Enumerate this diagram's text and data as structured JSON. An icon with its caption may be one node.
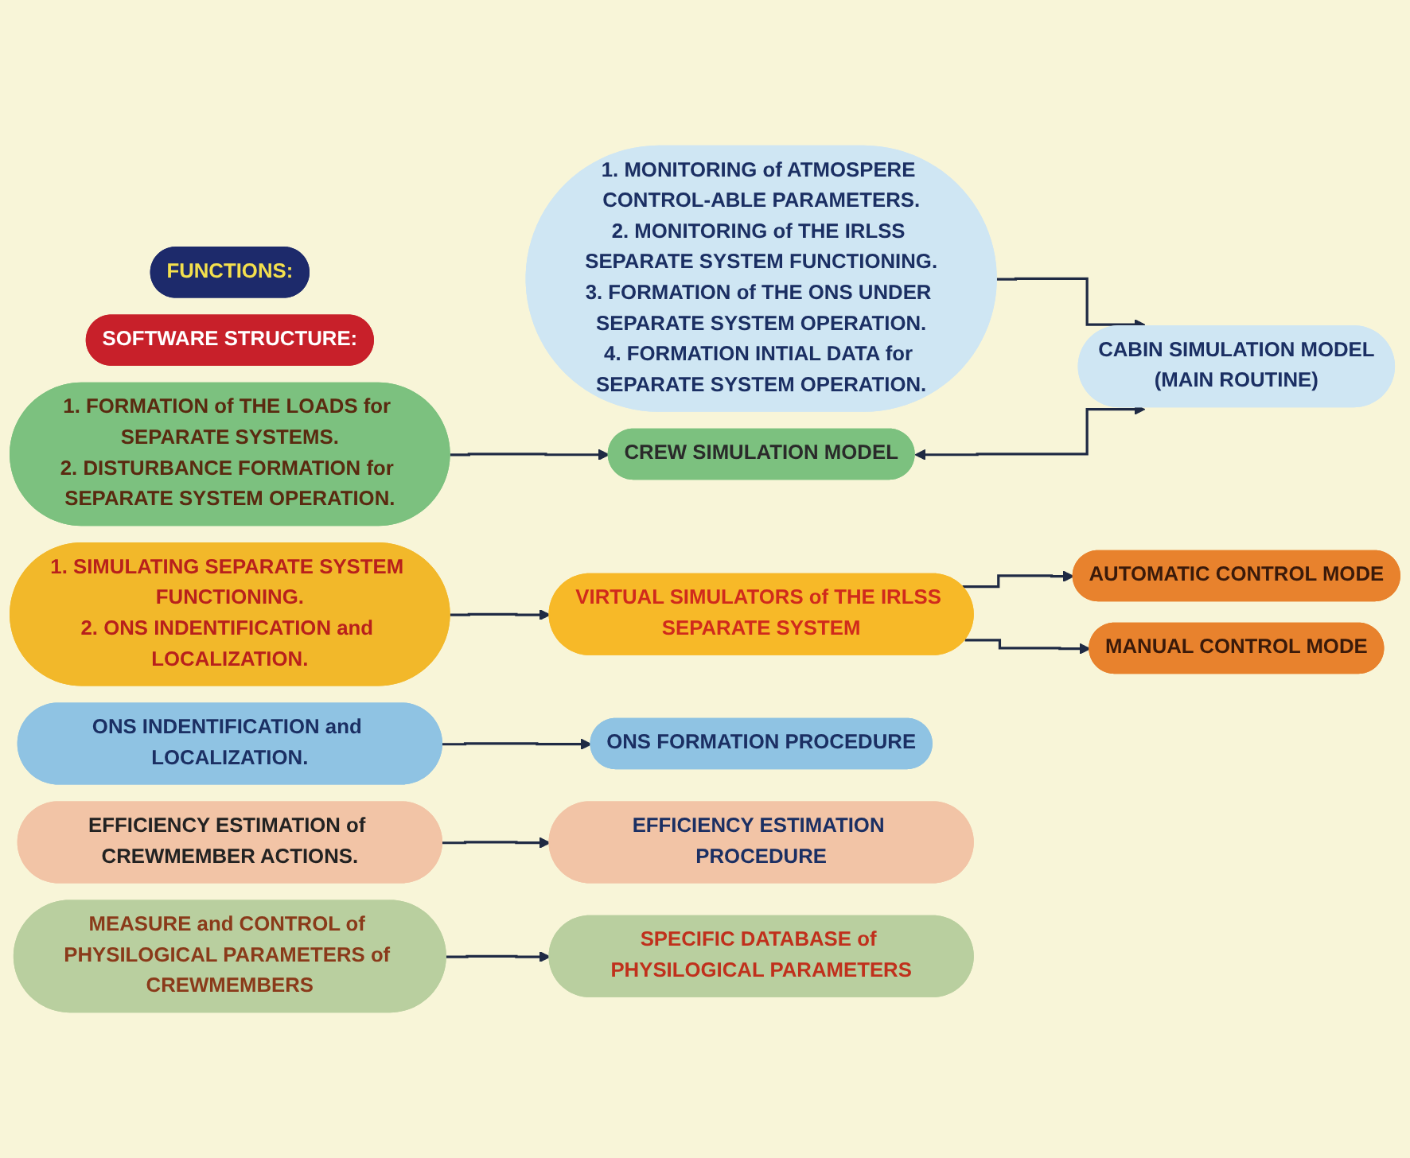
{
  "diagram": {
    "nodes": [
      {
        "text": [
          "FUNCTIONS:"
        ]
      },
      {
        "text": [
          "SOFTWARE STRUCTURE:"
        ]
      },
      {
        "text": [
          "1. MONITORING of ATMOSPERE CONTROL-ABLE PARAMETERS.",
          "2. MONITORING of THE IRLSS SEPARATE SYSTEM FUNCTIONING.",
          "3. FORMATION of THE ONS UNDER SEPARATE SYSTEM OPERATION.",
          "4. FORMATION INTIAL DATA for SEPARATE SYSTEM OPERATION."
        ]
      },
      {
        "text": [
          "1. FORMATION of THE LOADS for SEPARATE SYSTEMS.",
          "2. DISTURBANCE FORMATION for SEPARATE SYSTEM OPERATION."
        ]
      },
      {
        "text": [
          "1. SIMULATING SEPARATE SYSTEM FUNCTIONING.",
          "2. ONS INDENTIFICATION and LOCALIZATION."
        ]
      },
      {
        "text": [
          "ONS INDENTIFICATION and LOCALIZATION."
        ]
      },
      {
        "text": [
          "EFFICIENCY ESTIMATION of CREWMEMBER ACTIONS."
        ]
      },
      {
        "text": [
          "MEASURE and CONTROL of PHYSILOGICAL PARAMETERS of CREWMEMBERS"
        ]
      },
      {
        "text": [
          "CABIN SIMULATION MODEL",
          "(MAIN ROUTINE)"
        ]
      },
      {
        "text": [
          "CREW SIMULATION MODEL"
        ]
      },
      {
        "text": [
          "VIRTUAL SIMULATORS of THE IRLSS SEPARATE SYSTEM"
        ]
      },
      {
        "text": [
          "AUTOMATIC CONTROL MODE"
        ]
      },
      {
        "text": [
          "MANUAL CONTROL MODE"
        ]
      },
      {
        "text": [
          "ONS FORMATION PROCEDURE"
        ]
      },
      {
        "text": [
          "EFFICIENCY ESTIMATION PROCEDURE"
        ]
      },
      {
        "text": [
          "SPECIFIC DATABASE of PHYSILOGICAL PARAMETERS"
        ]
      }
    ],
    "edges": [
      {
        "from": 2,
        "to": 8,
        "arrow": "to"
      },
      {
        "from": 3,
        "to": 9,
        "arrow": "to"
      },
      {
        "from": 4,
        "to": 10,
        "arrow": "to"
      },
      {
        "from": 5,
        "to": 13,
        "arrow": "to"
      },
      {
        "from": 6,
        "to": 14,
        "arrow": "to"
      },
      {
        "from": 7,
        "to": 15,
        "arrow": "to"
      },
      {
        "from": 9,
        "to": 8,
        "arrow": "both"
      },
      {
        "from": 10,
        "to": 11,
        "arrow": "to"
      },
      {
        "from": 10,
        "to": 12,
        "arrow": "to"
      }
    ]
  }
}
